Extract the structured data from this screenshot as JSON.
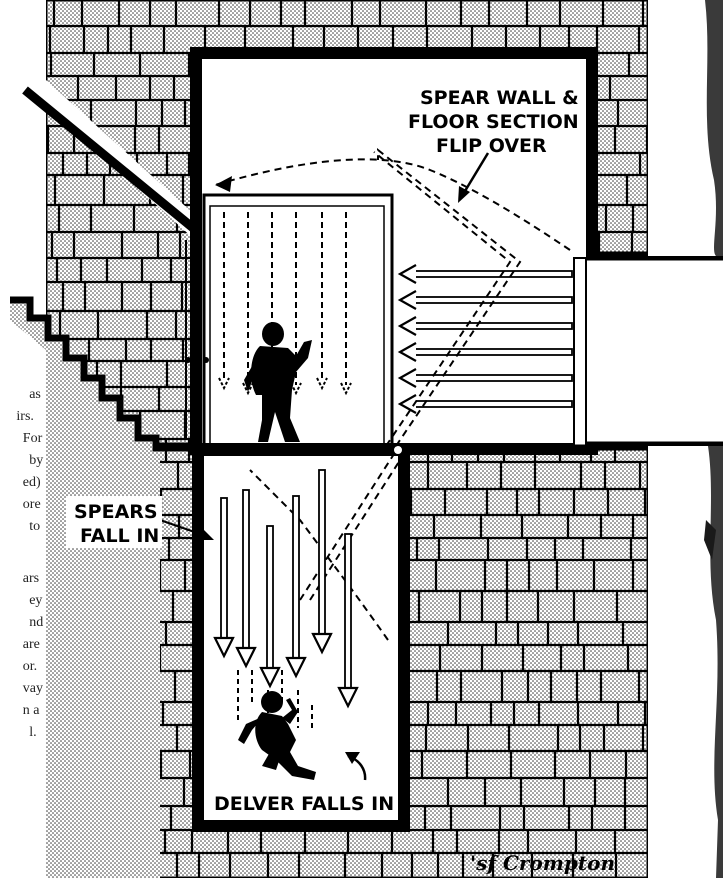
{
  "labels": {
    "spear_wall_line1": "SPEAR WALL &",
    "spear_wall_line2": "FLOOR SECTION",
    "spear_wall_line3": "FLIP OVER",
    "spears_line1": "SPEARS",
    "spears_line2": "FALL IN",
    "delver": "DELVER FALLS IN",
    "signature": "'sf Crompton"
  },
  "page_text_fragments": [
    "as",
    "irs.",
    "For",
    "by",
    "ed)",
    "ore",
    "to",
    "ars",
    "ey",
    "nd",
    "are",
    "or.",
    "vay",
    "n a",
    "l."
  ],
  "colors": {
    "ink": "#000000",
    "paper": "#ffffff",
    "stipple": "#2a2a2a"
  }
}
